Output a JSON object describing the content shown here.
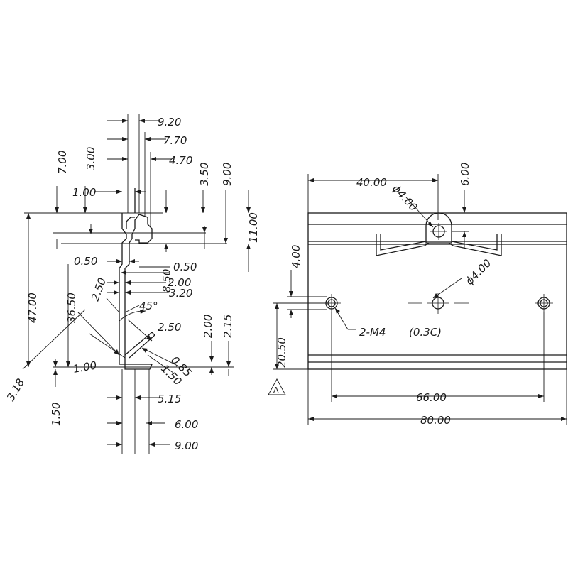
{
  "side_view": {
    "dims": {
      "d9_20": "9.20",
      "d7_70": "7.70",
      "d4_70": "4.70",
      "d7_00": "7.00",
      "d3_00": "3.00",
      "d3_50": "3.50",
      "d9_00v": "9.00",
      "d11_00": "11.00",
      "d1_00a": "1.00",
      "d47_00": "47.00",
      "d36_50": "36.50",
      "d2_50a": "2.50",
      "d0_50a": "0.50",
      "d0_50b": "0.50",
      "d8_50": "8.50",
      "d2_00a": "2.00",
      "d3_20": "3.20",
      "d45": "45°",
      "d2_50b": "2.50",
      "d2_00b": "2.00",
      "d2_15": "2.15",
      "d0_85": "0.85",
      "d1_50a": "1.50",
      "d1_00b": "1.00",
      "d3_18": "3.18",
      "d1_50b": "1.50",
      "d5_15": "5.15",
      "d6_00": "6.00",
      "d9_00h": "9.00"
    }
  },
  "front_view": {
    "dims": {
      "d40_00": "40.00",
      "phi_top": "ϕ4.00",
      "d6_00": "6.00",
      "d4_00": "4.00",
      "phi_mid": "ϕ4.00",
      "d20_50": "20.50",
      "m4": "2-M4",
      "c03": "(0.3C)",
      "d66_00": "66.00",
      "d80_00": "80.00"
    },
    "rev_mark": "A"
  }
}
